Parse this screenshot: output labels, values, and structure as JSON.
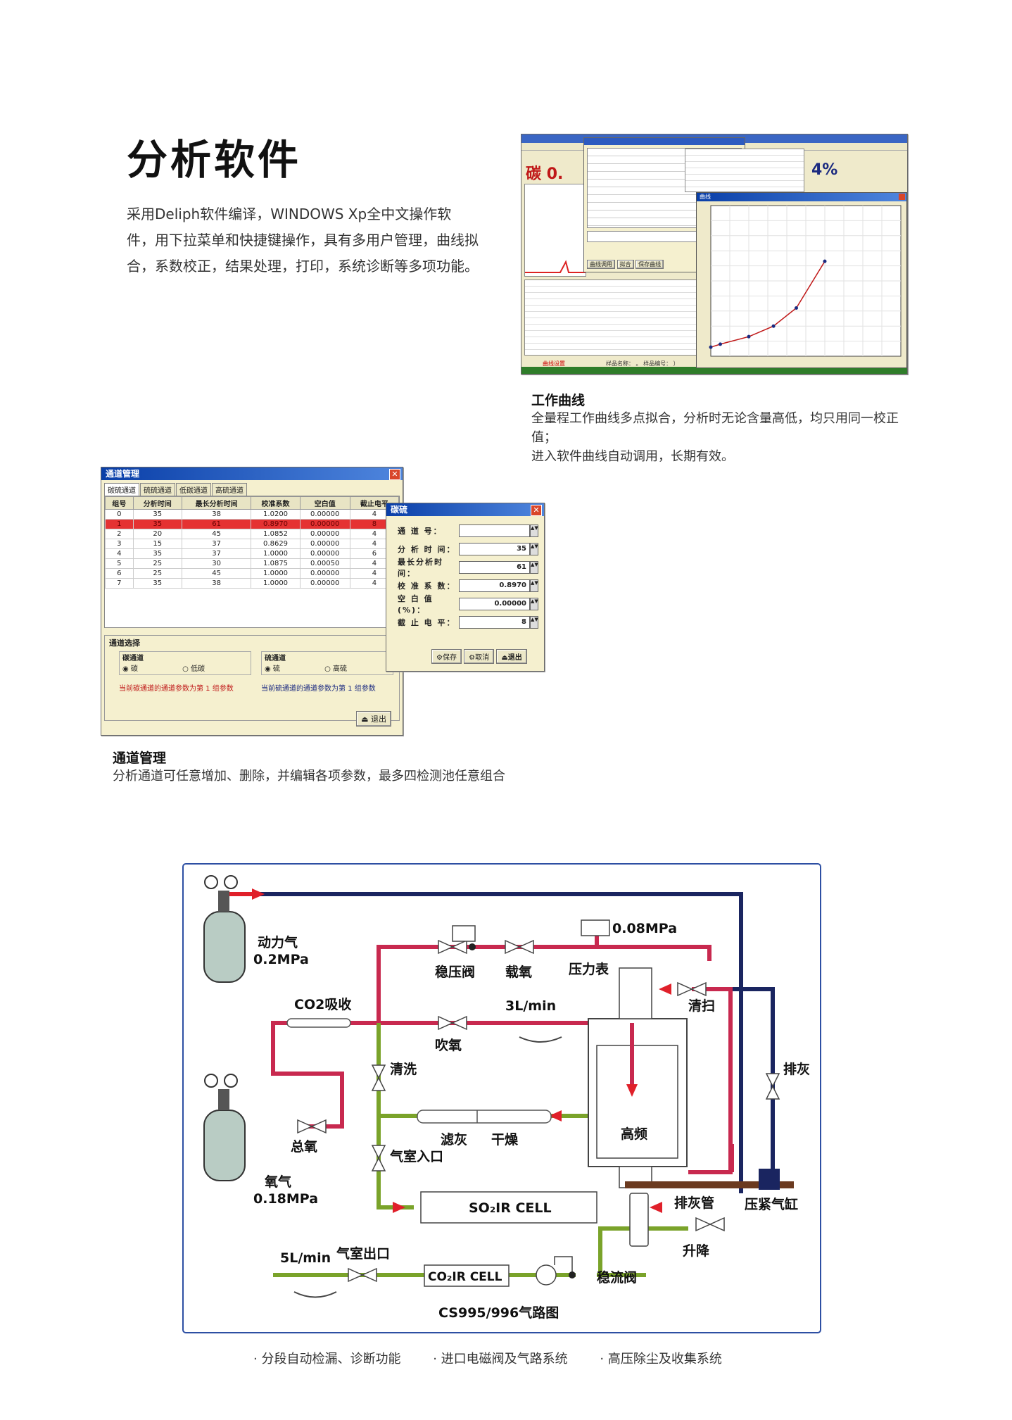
{
  "page": {
    "title": "分析软件",
    "intro": "采用Deliph软件编译，WINDOWS Xp全中文操作软件，用下拉菜单和快捷键操作，具有多用户管理，曲线拟合，系数校正，结果处理，打印，系统诊断等多项功能。"
  },
  "curve_caption": {
    "heading": "工作曲线",
    "line1": "全量程工作曲线多点拟合，分析时无论含量高低，均只用同一校正值；",
    "line2": "进入软件曲线自动调用，长期有效。"
  },
  "channel_caption": {
    "heading": "通道管理",
    "text": "分析通道可任意增加、删除，并编辑各项参数，最多四检测池任意组合"
  },
  "curve_window": {
    "title": "曲线",
    "readout_prefix": "碳",
    "readout_value": "0.",
    "readout_right": "4%",
    "status": "曲线设置",
    "sample_label": "样品名称：  。 样品编号：  ）",
    "buttons": {
      "load": "曲线调用",
      "fit": "拟合",
      "save": "保存曲线"
    },
    "chart_data": {
      "type": "line",
      "x": [
        0,
        5,
        20,
        33,
        45,
        60
      ],
      "values": [
        0.06,
        0.08,
        0.13,
        0.2,
        0.32,
        0.63
      ],
      "xlim": [
        0,
        100
      ],
      "ylim": [
        0,
        1.0
      ],
      "grid": true
    }
  },
  "channel_window": {
    "title": "通道管理",
    "tabs": [
      "碳硫通道",
      "硫硫通道",
      "低碳通道",
      "高硫通道"
    ],
    "columns": [
      "组号",
      "分析时间",
      "最长分析时间",
      "校准系数",
      "空白值",
      "截止电平"
    ],
    "rows": [
      [
        "0",
        "35",
        "38",
        "1.0200",
        "0.00000",
        "4"
      ],
      [
        "1",
        "35",
        "61",
        "0.8970",
        "0.00000",
        "8"
      ],
      [
        "2",
        "20",
        "45",
        "1.0852",
        "0.00000",
        "4"
      ],
      [
        "3",
        "15",
        "37",
        "0.8629",
        "0.00000",
        "4"
      ],
      [
        "4",
        "35",
        "37",
        "1.0000",
        "0.00000",
        "6"
      ],
      [
        "5",
        "25",
        "30",
        "1.0875",
        "0.00050",
        "4"
      ],
      [
        "6",
        "25",
        "45",
        "1.0000",
        "0.00000",
        "4"
      ],
      [
        "7",
        "35",
        "38",
        "1.0000",
        "0.00000",
        "4"
      ]
    ],
    "selected_row": 1,
    "group_title": "通道选择",
    "carbon_group": "碳通道",
    "carbon_opts": [
      "碳",
      "低碳"
    ],
    "sulfur_group": "硫通道",
    "sulfur_opts": [
      "硫",
      "高硫"
    ],
    "carbon_note": "当前碳通道的通道参数为第  1  组参数",
    "sulfur_note": "当前硫通道的通道参数为第  1  组参数",
    "exit": "退出"
  },
  "edit_dialog": {
    "title": "碳硫",
    "fields": [
      {
        "label": "通 道 号：",
        "value": ""
      },
      {
        "label": "分 析 时 间：",
        "value": "35"
      },
      {
        "label": "最长分析时间：",
        "value": "61"
      },
      {
        "label": "校 准 系 数：",
        "value": "0.8970"
      },
      {
        "label": "空 白 值(%)：",
        "value": "0.00000"
      },
      {
        "label": "截 止 电 平：",
        "value": "8"
      }
    ],
    "save": "保存",
    "cancel": "取消",
    "exit": "退出"
  },
  "diagram": {
    "title": "CS995/996气路图",
    "power_gas": "动力气",
    "power_pressure": "0.2MPa",
    "oxygen": "氧气",
    "oxygen_pressure": "0.18MPa",
    "co2_absorb": "CO2吸收",
    "main_oxygen": "总氧",
    "regulator_valve": "稳压阀",
    "carrier_oxygen": "载氧",
    "gauge": "压力表",
    "gauge_value": "0.08MPa",
    "flow_3": "3L/min",
    "blow_oxygen": "吹氧",
    "purge": "清扫",
    "clean": "清洗",
    "ash_exhaust": "排灰",
    "dust_filter": "滤灰",
    "dry": "干燥",
    "furnace": "高频",
    "chamber_in": "气室入口",
    "so2_cell": "SO₂IR CELL",
    "co2_cell": "CO₂IR CELL",
    "ash_pipe": "排灰管",
    "press_cylinder": "压紧气缸",
    "lift": "升降",
    "flow_5": "5L/min",
    "chamber_out": "气室出口",
    "flow_valve": "稳流阀"
  },
  "bullets": [
    "· 分段自动检漏、诊断功能",
    "· 进口电磁阀及气路系统",
    "· 高压除尘及收集系统"
  ]
}
